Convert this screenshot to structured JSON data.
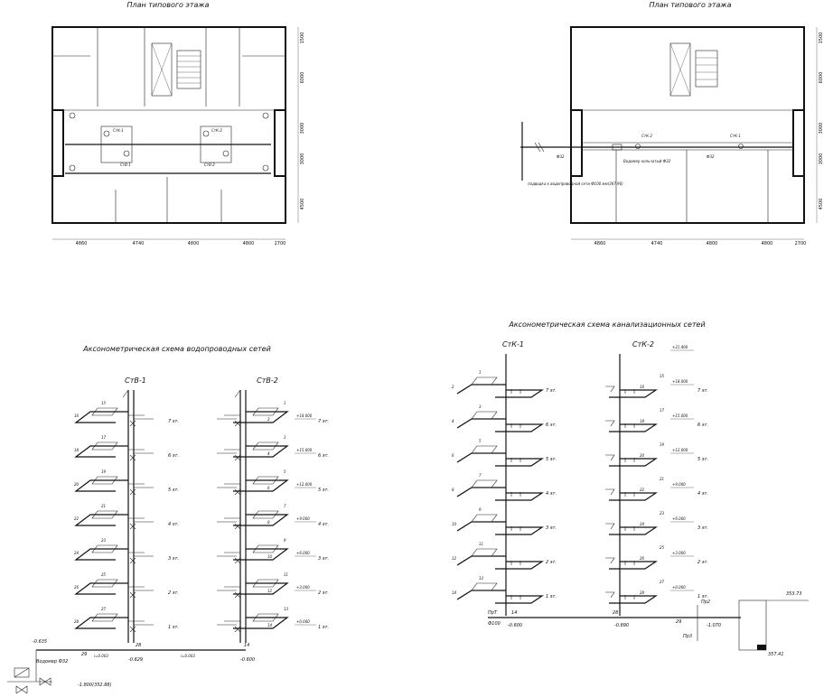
{
  "plans": {
    "left_title": "План типового этажа",
    "right_title": "План типового этажа",
    "dims_bottom": [
      "4860",
      "4740",
      "4800",
      "4800",
      "2700"
    ],
    "dims_right": [
      "1500",
      "6000",
      "3000",
      "3000",
      "4500"
    ],
    "left_labels": [
      "СтК-1",
      "СтВ-1",
      "СтК-2",
      "СтВ-2"
    ],
    "right_labels": [
      "СтК-2",
      "СтК-1",
      "Ф32",
      "Ф32",
      "Водомер кольчатый Ф32"
    ],
    "connection_note": "подводка к водопроводной сети Ф100 мм(367.96)"
  },
  "water": {
    "title": "Аксонометрическая схема водопроводных сетей",
    "riser1": "СтВ-1",
    "riser2": "СтВ-2",
    "floors": [
      "7 эт.",
      "6 эт.",
      "5 эт.",
      "4 эт.",
      "3 эт.",
      "2 эт.",
      "1 эт."
    ],
    "levels": [
      "+18.000",
      "+15.000",
      "+12.000",
      "+9.000",
      "+6.000",
      "+3.000",
      "+0.000"
    ],
    "left_nums": [
      "15",
      "16",
      "17",
      "18",
      "19",
      "20",
      "21",
      "22",
      "23",
      "24",
      "25",
      "26",
      "27",
      "28"
    ],
    "right_nums": [
      "1",
      "2",
      "3",
      "4",
      "5",
      "6",
      "7",
      "8",
      "9",
      "10",
      "11",
      "12",
      "13",
      "14"
    ],
    "bottom": {
      "elev_left": "-0.635",
      "meter": "Водомер Ф32",
      "elev_main": "-1.800(352.88)",
      "n29": "29",
      "n28": "28",
      "n14": "14",
      "elev_mid": "-0.629",
      "elev_right": "-0.600",
      "slope1": "i=0.003",
      "slope2": "i=0.003"
    }
  },
  "sewer": {
    "title": "Аксонометрическая схема канализационных сетей",
    "riser1": "СтК-1",
    "riser2": "СтК-2",
    "floors": [
      "7 эт.",
      "6 эт.",
      "5 эт.",
      "4 эт.",
      "3 эт.",
      "2 эт.",
      "1 эт."
    ],
    "levels": [
      "+21.400",
      "+18.000",
      "+15.000",
      "+12.000",
      "+9.000",
      "+6.000",
      "+3.000",
      "+0.000"
    ],
    "left_nums": [
      "1",
      "2",
      "3",
      "4",
      "5",
      "6",
      "7",
      "8",
      "9",
      "10",
      "11",
      "12",
      "13",
      "14"
    ],
    "right_nums": [
      "15",
      "16",
      "17",
      "18",
      "19",
      "20",
      "21",
      "22",
      "23",
      "24",
      "25",
      "26",
      "27",
      "28"
    ],
    "bottom": {
      "prt": "ПрТ",
      "d1": "Ф100",
      "n14": "14",
      "n28": "28",
      "n29": "29",
      "elev1": "-0.600",
      "elev2": "-0.890",
      "elev3": "-1.070",
      "pr2": "Пр2",
      "pr3": "Пр3",
      "well_top": "353.73",
      "well_bottom": "357.41"
    }
  }
}
